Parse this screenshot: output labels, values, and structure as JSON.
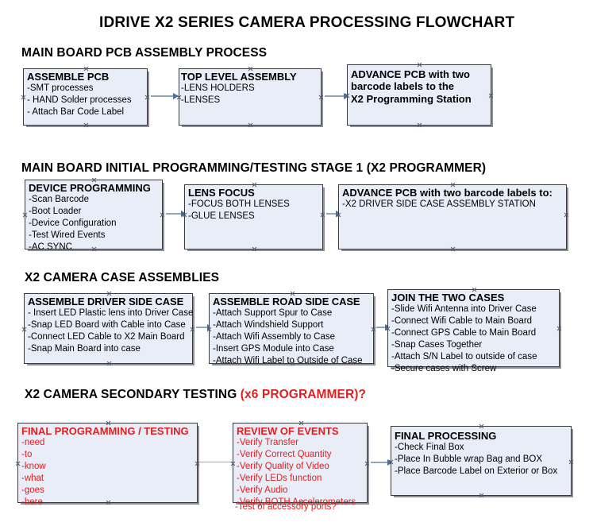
{
  "title": "IDRIVE X2  SERIES CAMERA PROCESSING FLOWCHART",
  "colors": {
    "box_fill": "#e8edf7",
    "box_border": "#3a3a3a",
    "connector": "#8fa5bf",
    "accent_red": "#e02020",
    "text": "#000000"
  },
  "sections": [
    {
      "id": "main-board-pcb-assembly",
      "heading": "MAIN BOARD PCB ASSEMBLY PROCESS",
      "heading_accent": "",
      "nodes": [
        {
          "id": "assemble-pcb",
          "head": "ASSEMBLE PCB",
          "lines": [
            "-SMT processes",
            "- HAND Solder processes",
            "- Attach Bar Code Label"
          ]
        },
        {
          "id": "top-level-assembly",
          "head": "TOP LEVEL ASSEMBLY",
          "lines": [
            "-LENS HOLDERS",
            "-LENSES"
          ]
        },
        {
          "id": "advance-pcb-programming-station",
          "head": "ADVANCE PCB with two",
          "head_lines": [
            "ADVANCE PCB with two",
            "barcode labels to the",
            " X2 Programming Station"
          ],
          "lines": []
        }
      ]
    },
    {
      "id": "main-board-initial-programming",
      "heading": "MAIN BOARD INITIAL PROGRAMMING/TESTING STAGE 1 (X2 PROGRAMMER)",
      "heading_accent": "",
      "nodes": [
        {
          "id": "device-programming",
          "head": "DEVICE PROGRAMMING",
          "lines": [
            "-Scan Barcode",
            "-Boot Loader",
            "-Device Configuration",
            "-Test Wired Events",
            "-AC SYNC"
          ]
        },
        {
          "id": "lens-focus",
          "head": "LENS FOCUS",
          "lines": [
            "-FOCUS BOTH LENSES",
            "-GLUE LENSES"
          ]
        },
        {
          "id": "advance-pcb-driver-side-case",
          "head": "ADVANCE PCB with two barcode labels to:",
          "lines": [
            "-X2 DRIVER  SIDE  CASE  ASSEMBLY STATION"
          ]
        }
      ]
    },
    {
      "id": "x2-camera-case-assemblies",
      "heading": "X2 CAMERA CASE ASSEMBLIES",
      "heading_accent": "",
      "nodes": [
        {
          "id": "assemble-driver-side-case",
          "head": "ASSEMBLE DRIVER SIDE CASE",
          "lines": [
            "- Insert LED Plastic lens into Driver Case",
            "-Snap LED Board with Cable into Case",
            "-Connect LED Cable to X2 Main Board",
            "-Snap Main Board into case"
          ]
        },
        {
          "id": "assemble-road-side-case",
          "head": "ASSEMBLE ROAD SIDE CASE",
          "lines": [
            "-Attach Support Spur to Case",
            "-Attach Windshield Support",
            "-Attach Wifi Assembly to Case",
            "-Insert GPS Module into Case",
            "-Attach Wifi Label to Outside of Case"
          ]
        },
        {
          "id": "join-the-two-cases",
          "head": "JOIN THE TWO CASES",
          "lines": [
            "-Slide Wifi Antenna into Driver Case",
            "-Connect Wifi Cable to Main Board",
            "-Connect GPS Cable to Main Board",
            "-Snap Cases Together",
            "-Attach S/N Label to outside of case",
            "-Secure cases with Screw"
          ]
        }
      ]
    },
    {
      "id": "x2-camera-secondary-testing",
      "heading": "X2 CAMERA SECONDARY TESTING ",
      "heading_accent": "(x6 PROGRAMMER)?",
      "nodes": [
        {
          "id": "final-programming-testing",
          "head": "FINAL PROGRAMMING / TESTING",
          "lines": [
            "-need",
            "-to",
            "-know",
            "-what",
            "-goes",
            "-here"
          ]
        },
        {
          "id": "review-of-events",
          "head": "REVIEW OF EVENTS",
          "lines": [
            "-Verify Transfer",
            "-Verify Correct Quantity",
            "-Verify Quality of Video",
            "-Verify LEDs function",
            "-Verify Audio",
            "-Verify BOTH Accelerometers"
          ],
          "overflow_line": "-Test of accessory ports?"
        },
        {
          "id": "final-processing",
          "head": "FINAL PROCESSING",
          "lines": [
            " -Check Final Box",
            "-Place In Bubble wrap Bag and BOX",
            "-Place Barcode Label on Exterior or Box"
          ]
        }
      ]
    }
  ]
}
